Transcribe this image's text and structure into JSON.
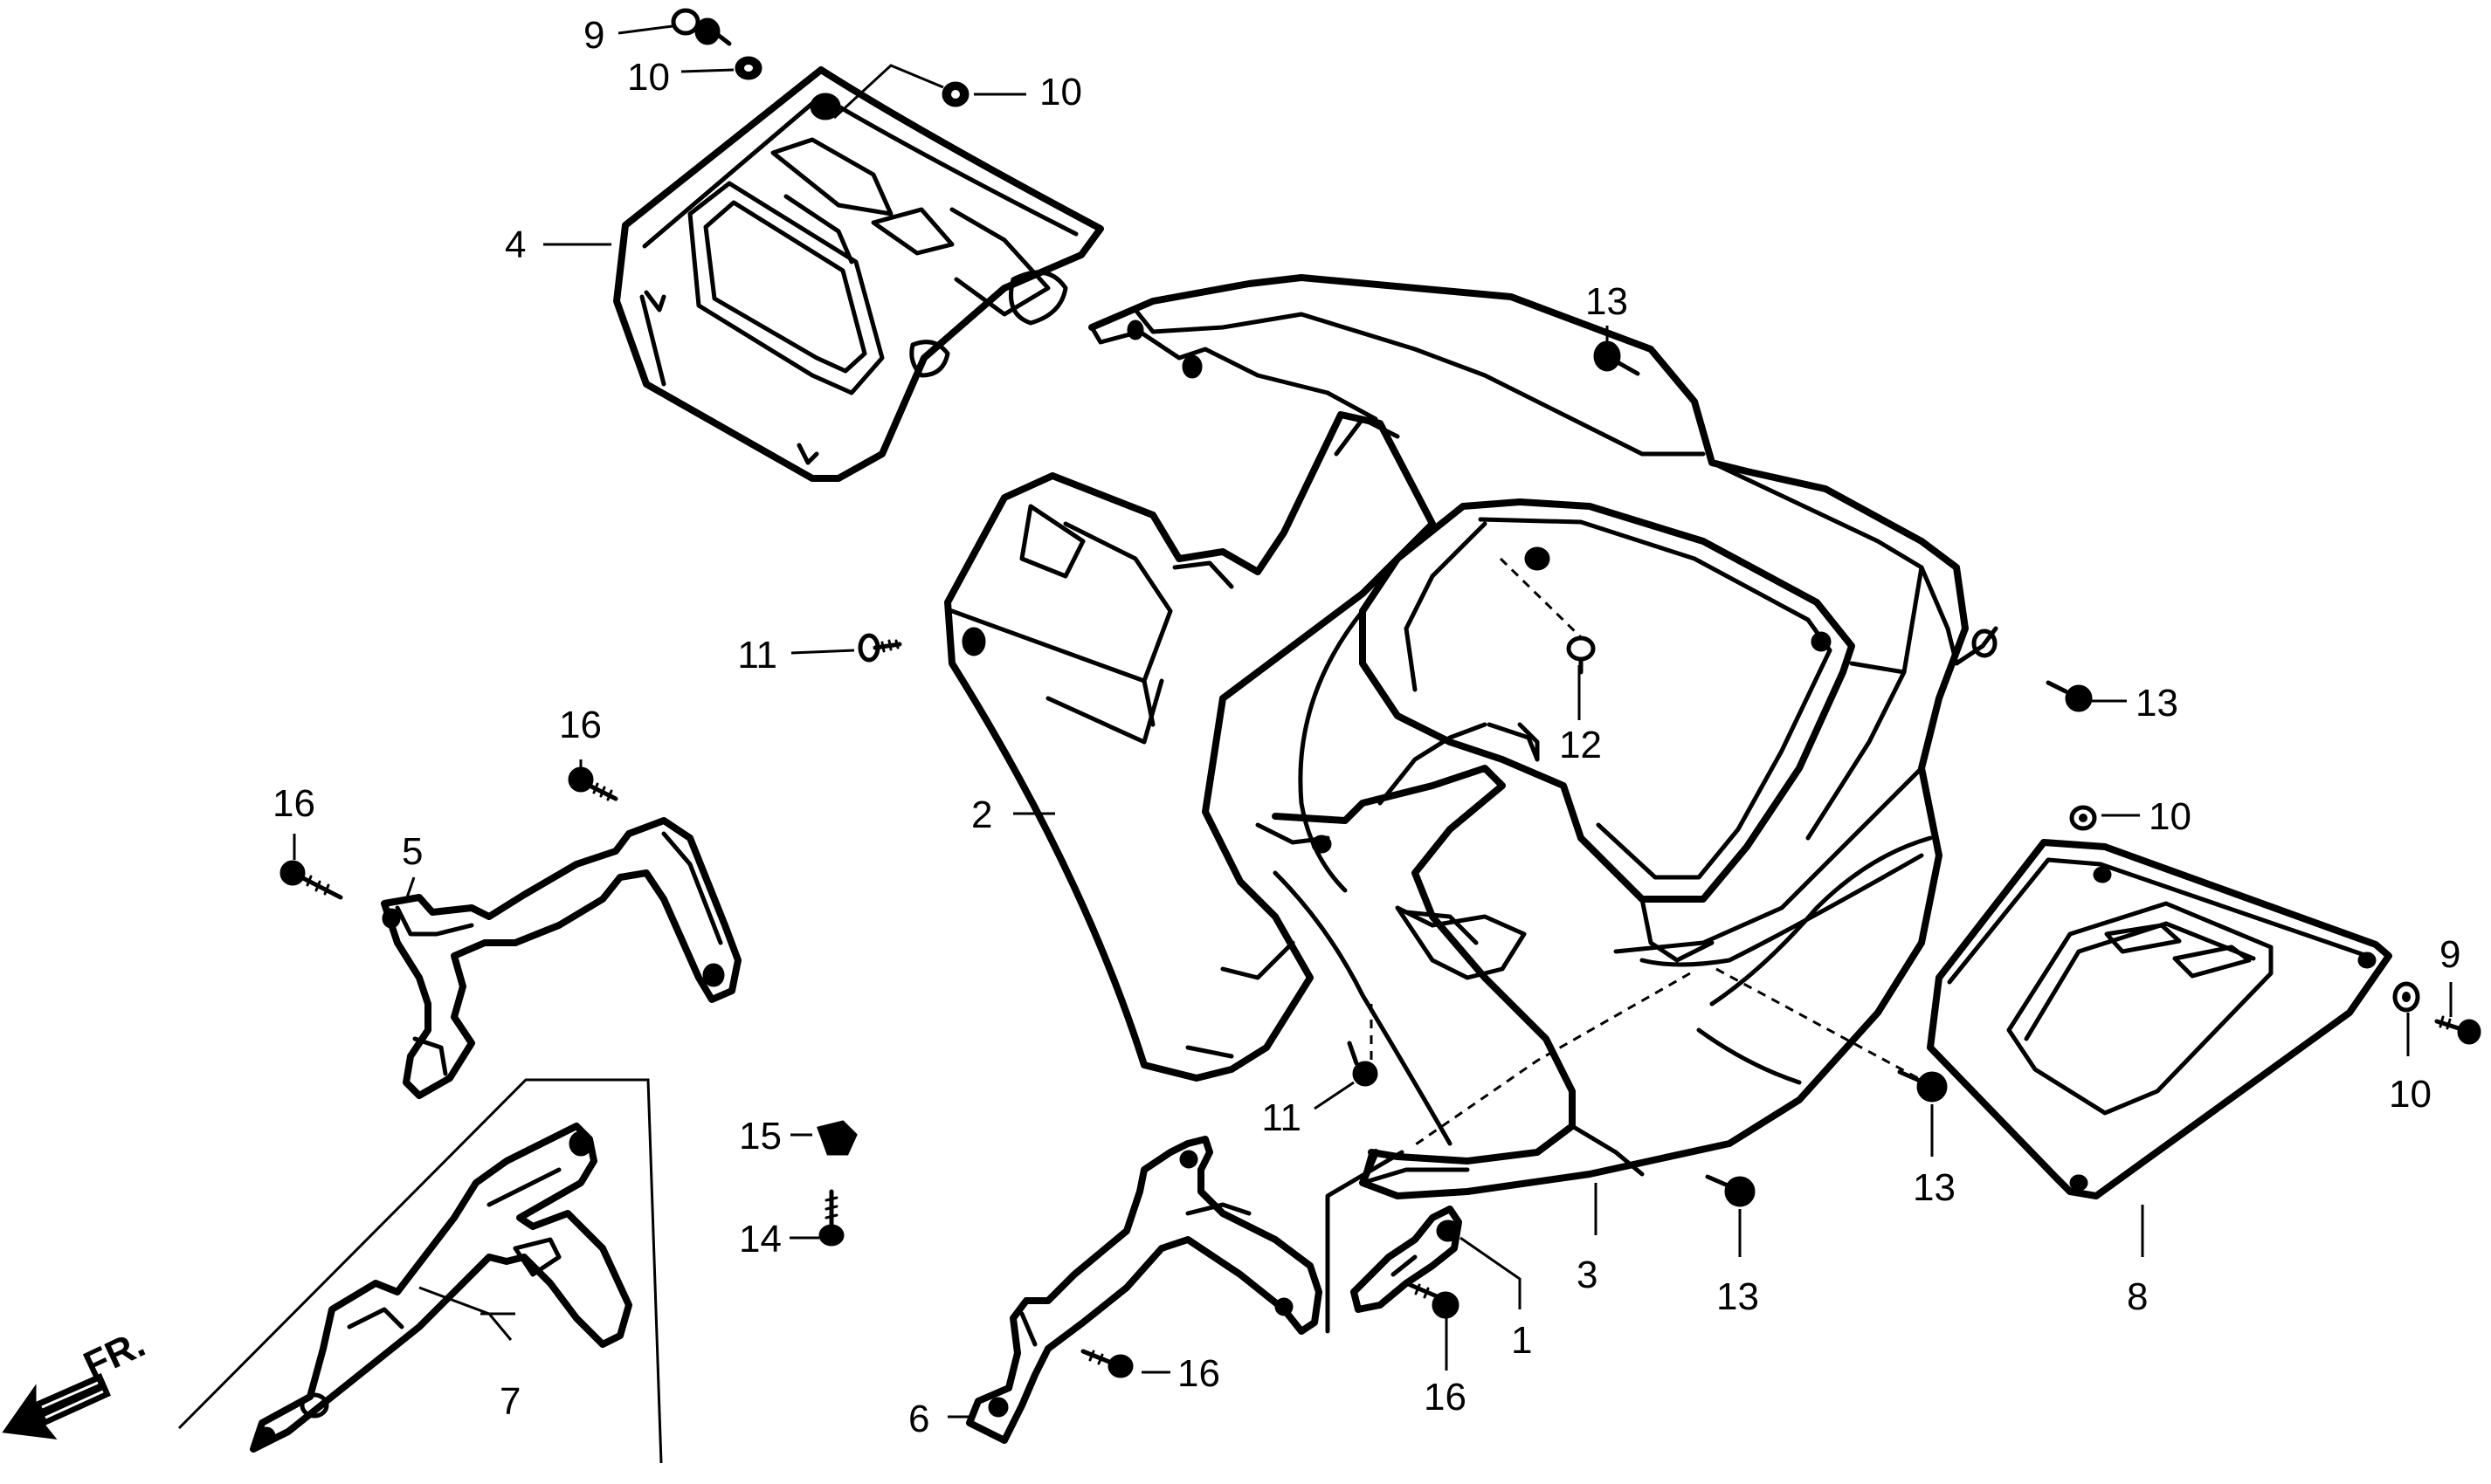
{
  "figure": {
    "front_indicator": "FR."
  },
  "callouts": {
    "p1": "1",
    "p2": "2",
    "p3": "3",
    "p4": "4",
    "p5": "5",
    "p6": "6",
    "p7": "7",
    "p8": "8",
    "p9a": "9",
    "p9b": "9",
    "p10a": "10",
    "p10b": "10",
    "p10c": "10",
    "p10d": "10",
    "p11a": "11",
    "p11b": "11",
    "p12": "12",
    "p13a": "13",
    "p13b": "13",
    "p13c": "13",
    "p13d": "13",
    "p14": "14",
    "p15": "15",
    "p16a": "16",
    "p16b": "16",
    "p16c": "16",
    "p16d": "16"
  }
}
